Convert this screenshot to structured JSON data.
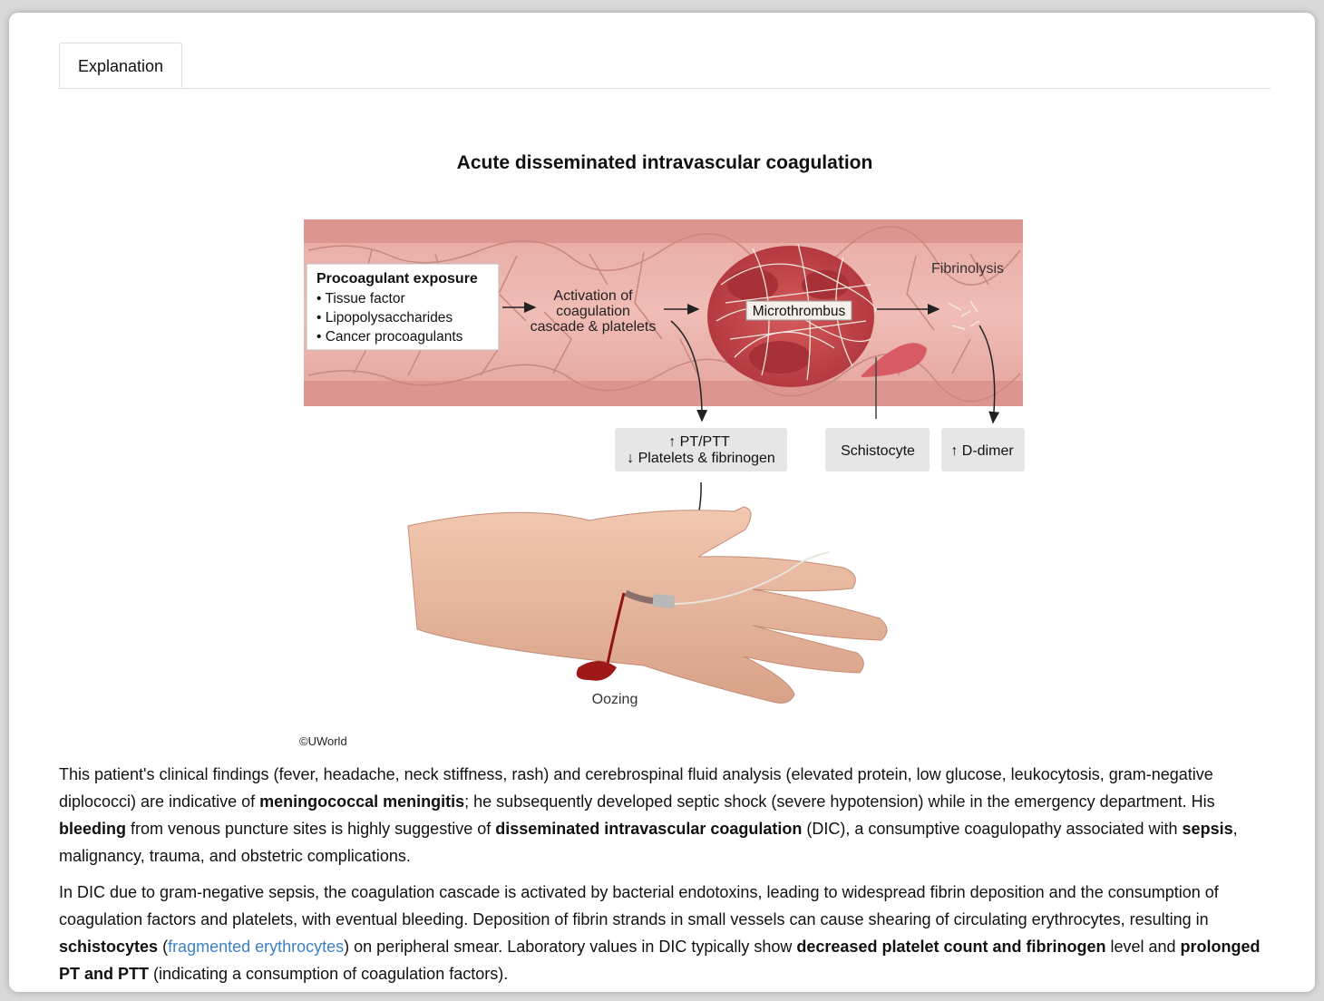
{
  "tab": {
    "label": "Explanation"
  },
  "figure": {
    "title": "Acute disseminated intravascular coagulation",
    "procoagulant": {
      "heading": "Procoagulant exposure",
      "items": [
        "• Tissue factor",
        "• Lipopolysaccharides",
        "• Cancer procoagulants"
      ]
    },
    "activation": [
      "Activation of",
      "coagulation",
      "cascade & platelets"
    ],
    "microthrombus": "Microthrombus",
    "fibrinolysis": "Fibrinolysis",
    "lab_box": [
      "↑ PT/PTT",
      "↓ Platelets & fibrinogen"
    ],
    "schistocyte": "Schistocyte",
    "ddimer": "↑ D-dimer",
    "oozing": "Oozing",
    "credit": "©UWorld"
  },
  "paragraphs": {
    "p1": {
      "s1": "This patient's clinical findings (fever, headache, neck stiffness, rash) and cerebrospinal fluid analysis (elevated protein, low glucose, leukocytosis, gram-negative diplococci) are indicative of ",
      "b1": "meningococcal meningitis",
      "s2": "; he subsequently developed septic shock (severe hypotension) while in the emergency department.  His ",
      "b2": "bleeding",
      "s3": " from venous puncture sites is highly suggestive of ",
      "b3": "disseminated intravascular coagulation",
      "s4": " (DIC), a consumptive coagulopathy associated with ",
      "b4": "sepsis",
      "s5": ", malignancy, trauma, and obstetric complications."
    },
    "p2": {
      "s1": "In DIC due to gram-negative sepsis, the coagulation cascade is activated by bacterial endotoxins, leading to widespread fibrin deposition and the consumption of coagulation factors and platelets, with eventual bleeding.  Deposition of fibrin strands in small vessels can cause shearing of circulating erythrocytes, resulting in ",
      "b1": "schistocytes",
      "s2": " (",
      "link": "fragmented erythrocytes",
      "s3": ") on peripheral smear.  Laboratory values in DIC typically show ",
      "b2": "decreased platelet count and fibrinogen",
      "s4": " level and ",
      "b3": "prolonged PT and PTT",
      "s5": " (indicating a consumption of coagulation factors)."
    }
  }
}
